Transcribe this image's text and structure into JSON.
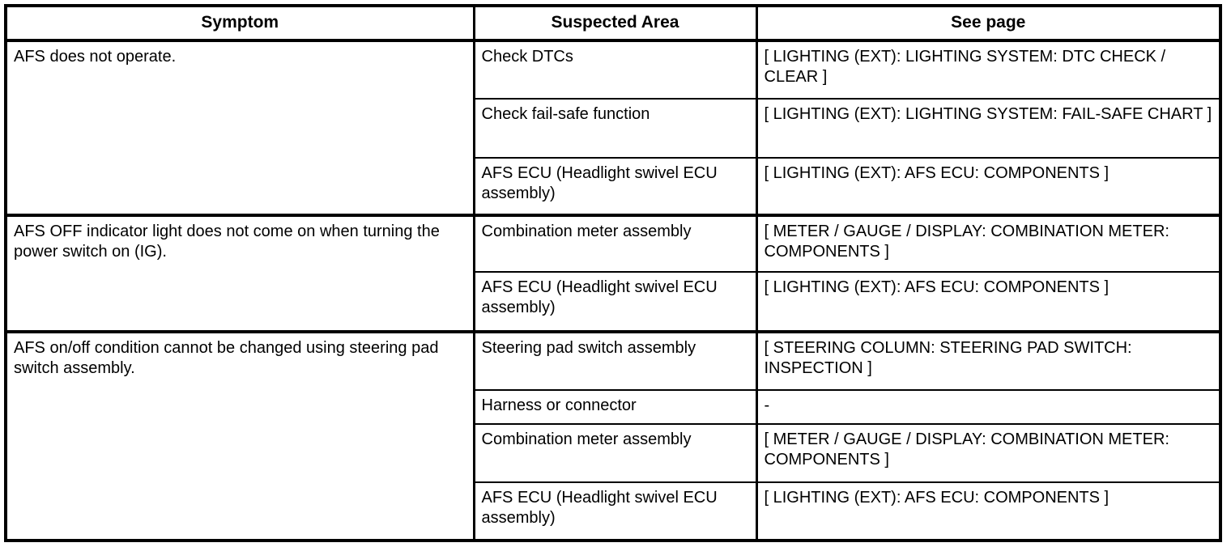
{
  "table": {
    "columns": [
      {
        "key": "symptom",
        "label": "Symptom"
      },
      {
        "key": "suspected_area",
        "label": "Suspected Area"
      },
      {
        "key": "see_page",
        "label": "See page"
      }
    ],
    "groups": [
      {
        "symptom": "AFS does not operate.",
        "rows": [
          {
            "suspected_area": "Check DTCs",
            "see_page": "[ LIGHTING (EXT): LIGHTING SYSTEM: DTC CHECK / CLEAR ]"
          },
          {
            "suspected_area": "Check fail-safe function",
            "see_page": "[ LIGHTING (EXT): LIGHTING SYSTEM: FAIL-SAFE CHART ]"
          },
          {
            "suspected_area": "AFS ECU (Headlight swivel ECU assembly)",
            "see_page": "[ LIGHTING (EXT): AFS ECU: COMPONENTS ]"
          }
        ]
      },
      {
        "symptom": "AFS OFF indicator light does not come on when turning the power switch on (IG).",
        "rows": [
          {
            "suspected_area": "Combination meter assembly",
            "see_page": "[ METER / GAUGE / DISPLAY: COMBINATION METER: COMPONENTS ]"
          },
          {
            "suspected_area": "AFS ECU (Headlight swivel ECU assembly)",
            "see_page": "[ LIGHTING (EXT): AFS ECU: COMPONENTS ]"
          }
        ]
      },
      {
        "symptom": "AFS on/off condition cannot be changed using steering pad switch assembly.",
        "rows": [
          {
            "suspected_area": "Steering pad switch assembly",
            "see_page": "[ STEERING COLUMN: STEERING PAD SWITCH: INSPECTION ]"
          },
          {
            "suspected_area": "Harness or connector",
            "see_page": "-"
          },
          {
            "suspected_area": "Combination meter assembly",
            "see_page": "[ METER / GAUGE / DISPLAY: COMBINATION METER: COMPONENTS ]"
          },
          {
            "suspected_area": "AFS ECU (Headlight swivel ECU assembly)",
            "see_page": "[ LIGHTING (EXT): AFS ECU: COMPONENTS ]"
          }
        ]
      }
    ]
  },
  "style": {
    "border_color": "#000000",
    "text_color": "#000000",
    "background": "#ffffff"
  }
}
